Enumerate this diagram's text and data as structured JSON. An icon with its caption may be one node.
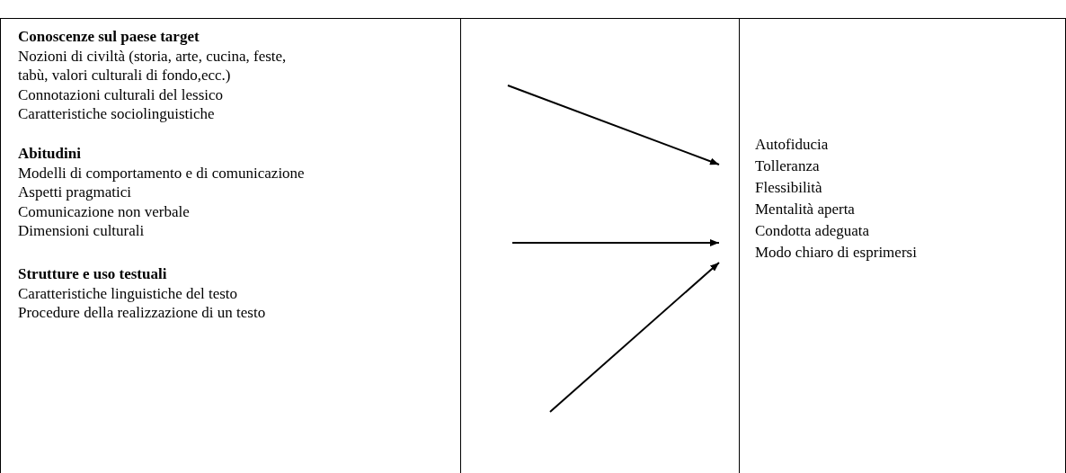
{
  "diagram": {
    "nodes": [
      {
        "text": [
          "Conoscenze sul paese target",
          "Nozioni di civiltà (storia, arte, cucina, feste, tabù, valori culturali di fondo,ecc.)",
          "Connotazioni culturali del lessico",
          "Caratteristiche sociolinguistiche"
        ]
      },
      {
        "text": [
          "Abitudini",
          "Modelli di comportamento e di comunicazione",
          "Aspetti pragmatici",
          "Comunicazione non verbale",
          "Dimensioni culturali"
        ]
      },
      {
        "text": [
          "Strutture e uso testuali",
          "Caratteristiche linguistiche del testo",
          "Procedure della realizzazione di un testo"
        ]
      },
      {
        "text": [
          "Autofiducia",
          "Tolleranza",
          "Flessibilità",
          "Mentalità aperta",
          "Condotta adeguata",
          "Modo chiaro di esprimersi"
        ]
      }
    ],
    "edges": [
      {
        "from": null,
        "to": 3,
        "arrow": "to"
      },
      {
        "from": null,
        "to": 3,
        "arrow": "to"
      },
      {
        "from": null,
        "to": 3,
        "arrow": "to"
      }
    ]
  }
}
